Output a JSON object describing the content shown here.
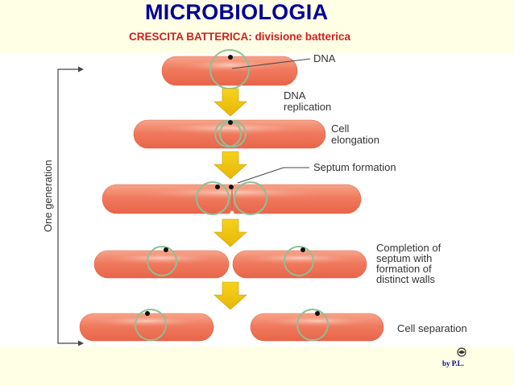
{
  "header": {
    "title": "MICROBIOLOGIA",
    "subtitle": "CRESCITA BATTERICA: divisione batterica"
  },
  "diagram": {
    "side_label": "One generation",
    "labels": {
      "dna": "DNA",
      "dna_replication": [
        "DNA",
        "replication"
      ],
      "cell_elongation": [
        "Cell",
        "elongation"
      ],
      "septum_formation": "Septum formation",
      "completion": [
        "Completion of",
        "septum with",
        "formation of",
        "distinct walls"
      ],
      "cell_separation": "Cell separation"
    }
  },
  "footer": {
    "byline": "by P.L."
  },
  "colors": {
    "title": "#000099",
    "subtitle": "#d02020",
    "cell_fill": "#f07a5e",
    "arrow": "#f2c40f",
    "nucleoid": "#8fbf96"
  }
}
